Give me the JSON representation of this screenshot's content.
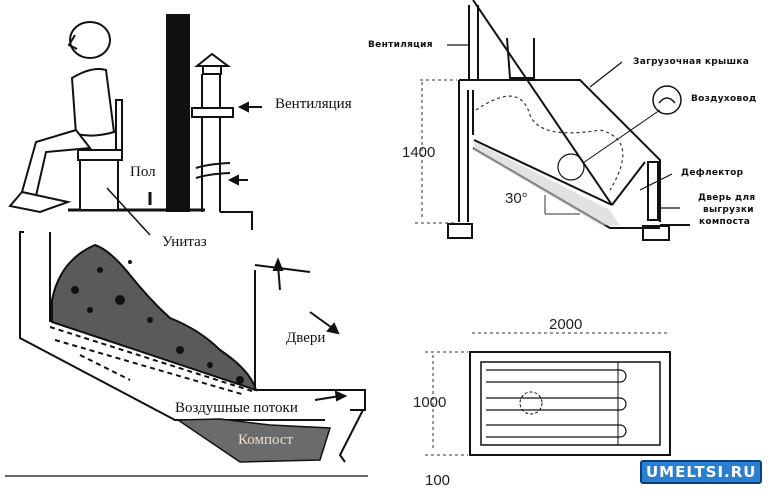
{
  "left_diagram": {
    "labels": {
      "ventilation": "Вентиляция",
      "floor": "Пол",
      "toilet": "Унитаз",
      "doors": "Двери",
      "air_flows": "Воздушные потоки",
      "compost": "Компост"
    }
  },
  "section_diagram": {
    "labels": {
      "ventilation": "Вентиляция",
      "loading_lid": "Загрузочная крышка",
      "air_duct": "Воздуховод",
      "deflector": "Дефлектор",
      "unload_door_line1": "Дверь для",
      "unload_door_line2": "выгрузки",
      "unload_door_line3": "компоста"
    },
    "dimensions": {
      "height": "1400",
      "angle": "30°"
    }
  },
  "plan_diagram": {
    "dimensions": {
      "length": "2000",
      "width": "1000",
      "wall": "100"
    }
  },
  "watermark": "UMELTSI.RU",
  "colors": {
    "compost_fill": "#6b6b6b",
    "wall_fill": "#111111",
    "watermark_fill": "#2a7fd0",
    "watermark_stroke": "#0b3f80"
  }
}
